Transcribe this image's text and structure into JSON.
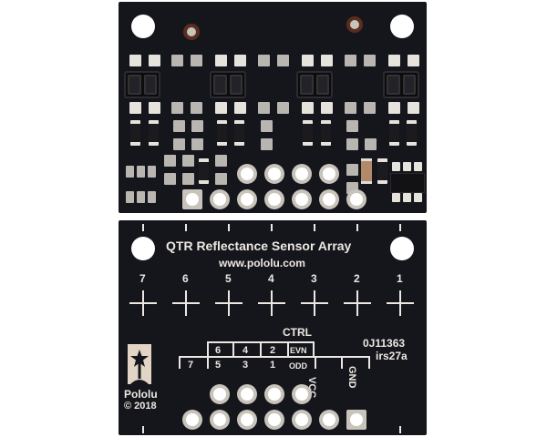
{
  "image": {
    "description": "Pololu QTR reflectance sensor array PCB, top and bottom views",
    "board_color": "#15161c",
    "silkscreen_color": "#ece8e1"
  },
  "bottom_board": {
    "title": "QTR Reflectance Sensor Array",
    "url": "www.pololu.com",
    "channel_numbers": [
      "7",
      "6",
      "5",
      "4",
      "3",
      "2",
      "1"
    ],
    "ctrl_label": "CTRL",
    "header_top_row": [
      "6",
      "4",
      "2",
      "EVN"
    ],
    "header_bottom_row": [
      "7",
      "5",
      "3",
      "1",
      "ODD"
    ],
    "vcc_label": "VCC",
    "gnd_label": "GND",
    "part_number": "0J11363",
    "revision": "irs27a",
    "brand": "Pololu",
    "copyright": "© 2018"
  }
}
